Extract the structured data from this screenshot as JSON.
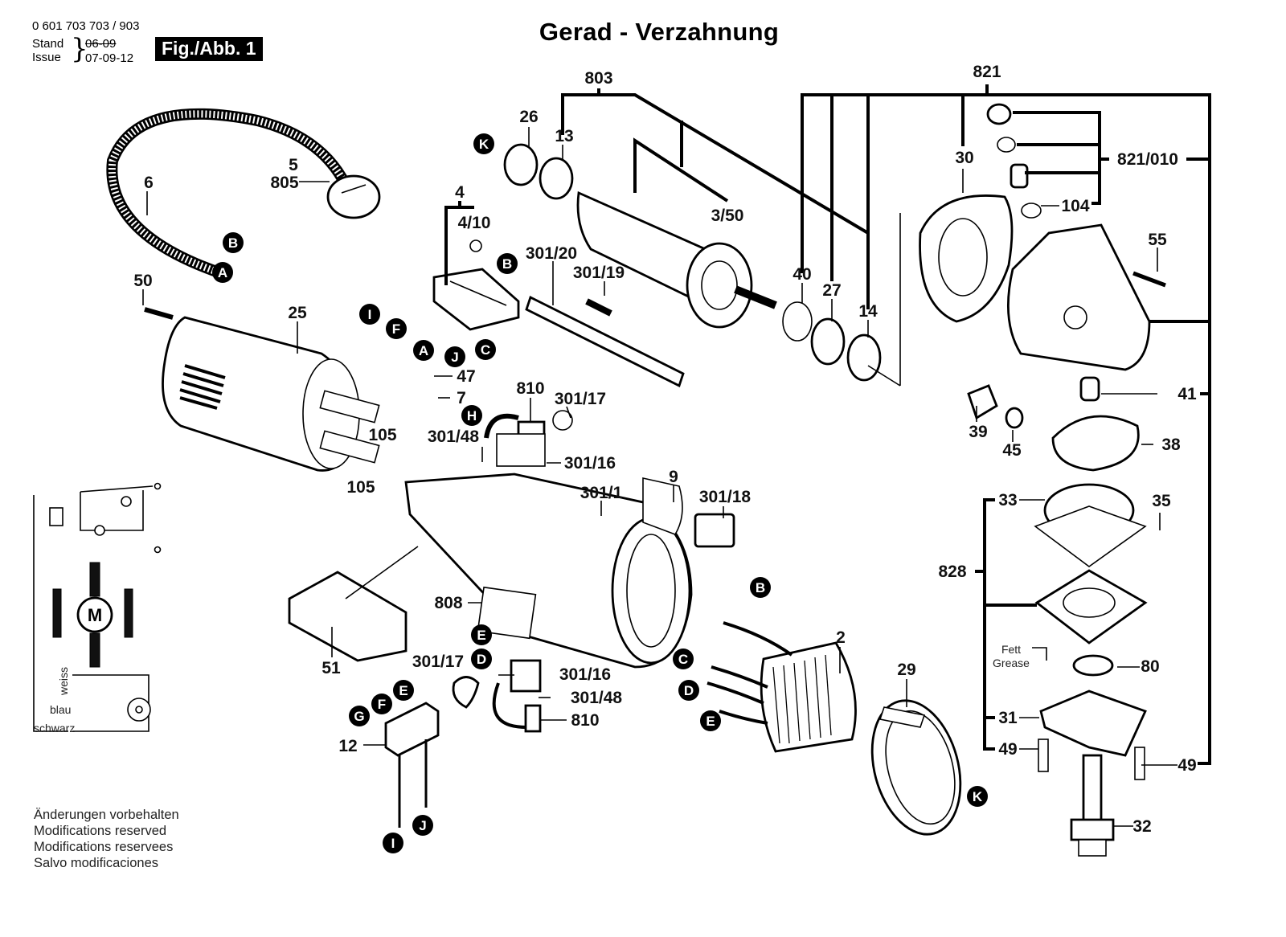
{
  "header": {
    "part_code": "0 601 703 703 / 903",
    "stand_label": "Stand",
    "issue_label": "Issue",
    "old_date": "06-09",
    "issue_date": "07-09-12",
    "figure_badge": "Fig./Abb. 1",
    "title": "Gerad - Verzahnung"
  },
  "footer": {
    "lines": [
      "Änderungen vorbehalten",
      "Modifications reserved",
      "Modifications reservees",
      "Salvo modificaciones"
    ]
  },
  "wiring": {
    "motor_symbol": "M",
    "wire_white": "weiss",
    "wire_blue": "blau",
    "wire_black": "schwarz"
  },
  "grease_note": {
    "de": "Fett",
    "en": "Grease"
  },
  "callouts": [
    "A",
    "B",
    "C",
    "D",
    "E",
    "F",
    "G",
    "H",
    "I",
    "J",
    "K"
  ],
  "part_labels": {
    "p803": "803",
    "p821": "821",
    "p821_010": "821/010",
    "p104": "104",
    "p26": "26",
    "p13": "13",
    "p3_50": "3/50",
    "p30": "30",
    "p55": "55",
    "p40": "40",
    "p27": "27",
    "p14": "14",
    "p6": "6",
    "p5": "5",
    "p805": "805",
    "p4": "4",
    "p4_10": "4/10",
    "p301_20": "301/20",
    "p301_19": "301/19",
    "p50": "50",
    "p25": "25",
    "p47": "47",
    "p7": "7",
    "p810a": "810",
    "p301_17a": "301/17",
    "p301_48a": "301/48",
    "p301_16a": "301/16",
    "p105a": "105",
    "p105b": "105",
    "p301_1": "301/1",
    "p9": "9",
    "p301_18": "301/18",
    "p41": "41",
    "p39": "39",
    "p45": "45",
    "p38": "38",
    "p33": "33",
    "p35": "35",
    "p828": "828",
    "p808": "808",
    "p51": "51",
    "p301_17b": "301/17",
    "p301_16b": "301/16",
    "p301_48b": "301/48",
    "p810b": "810",
    "p2": "2",
    "p29": "29",
    "p80": "80",
    "p31": "31",
    "p49a": "49",
    "p49b": "49",
    "p12": "12",
    "p32": "32"
  }
}
